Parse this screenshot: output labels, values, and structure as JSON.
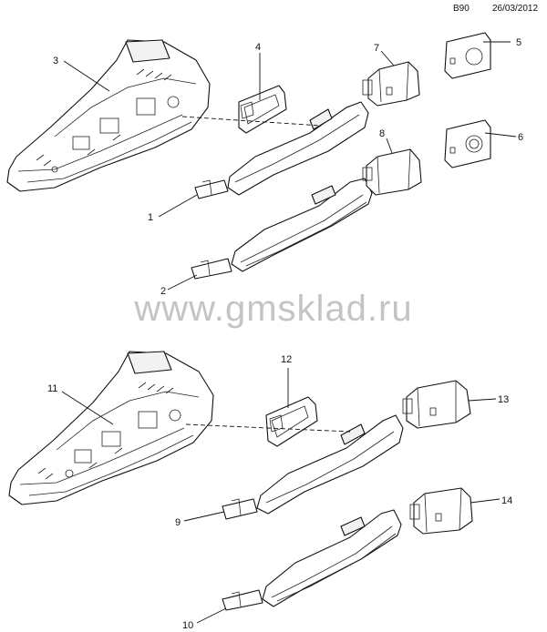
{
  "header": {
    "code": "B90",
    "date": "26/03/2012"
  },
  "watermark": "www.gmsklad.ru",
  "callouts": {
    "c1": "1",
    "c2": "2",
    "c3": "3",
    "c4": "4",
    "c5": "5",
    "c6": "6",
    "c7": "7",
    "c8": "8",
    "c9": "9",
    "c10": "10",
    "c11": "11",
    "c12": "12",
    "c13": "13",
    "c14": "14"
  }
}
